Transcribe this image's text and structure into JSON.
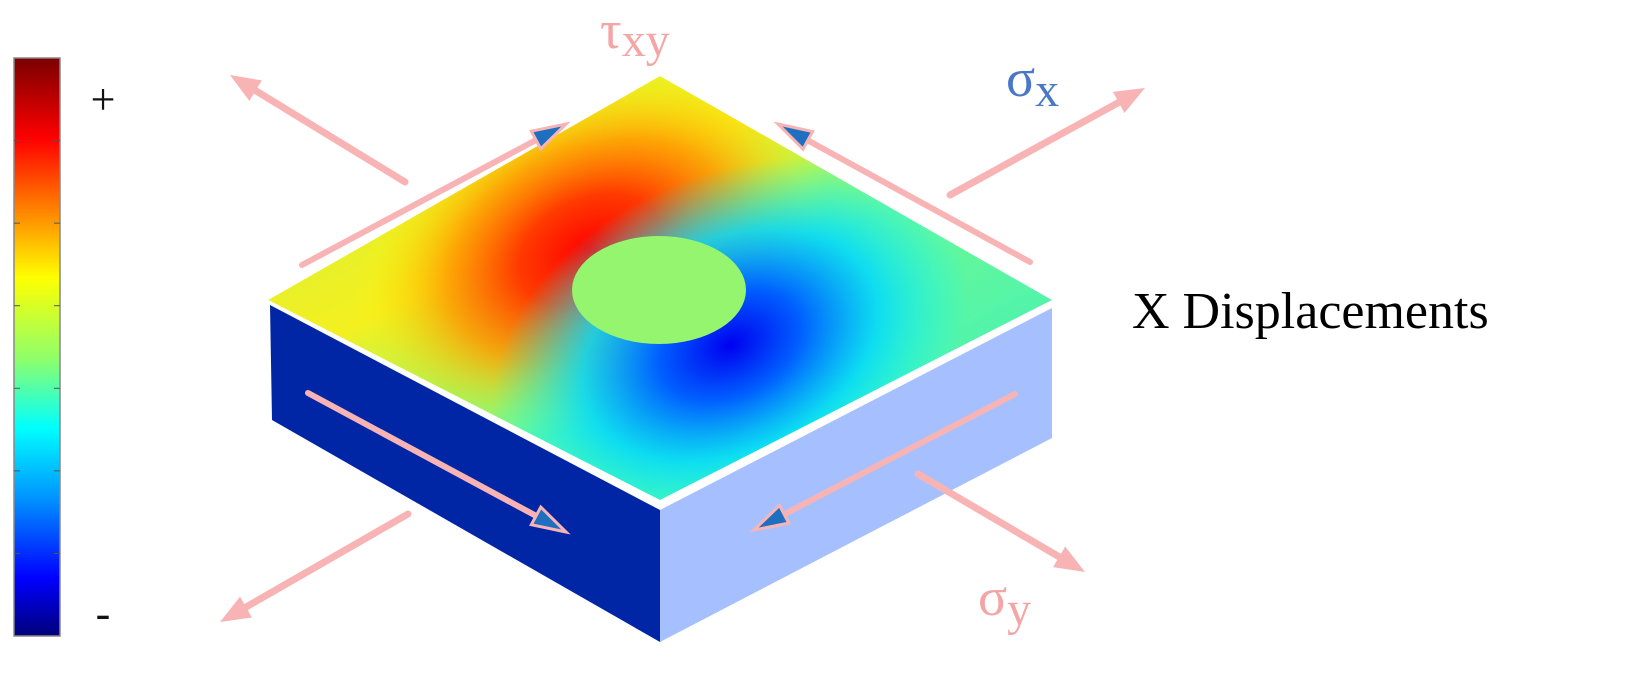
{
  "colorbar": {
    "max_label": "+",
    "min_label": "-",
    "colors": [
      "#7a0000",
      "#ff0000",
      "#ff8a00",
      "#ffff00",
      "#8fff6a",
      "#00ffff",
      "#0095ff",
      "#0000ff",
      "#00007a"
    ]
  },
  "labels": {
    "shear": {
      "symbol": "τ",
      "subscript": "xy",
      "color": "#f4a6a6"
    },
    "normal_x": {
      "symbol": "σ",
      "subscript": "x",
      "color": "#4a78c8"
    },
    "normal_y": {
      "symbol": "σ",
      "subscript": "y",
      "color": "#f4a6a6"
    }
  },
  "title": "X Displacements",
  "colors": {
    "arrow": "#f8b4b4",
    "side_left": "#0026a6",
    "side_right": "#a6c0ff",
    "hole": "#96f56e",
    "marker": "#1f6fc0"
  }
}
